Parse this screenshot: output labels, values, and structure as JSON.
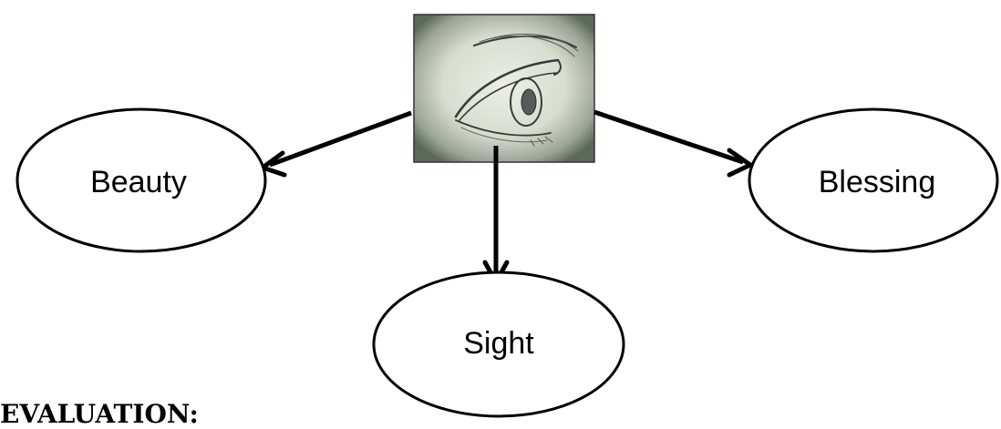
{
  "diagram": {
    "center_image": {
      "icon": "eye-sketch",
      "description_visible": false
    },
    "nodes": {
      "beauty": "Beauty",
      "blessing": "Blessing",
      "sight": "Sight"
    }
  },
  "footer": {
    "heading": "EVALUATION:"
  },
  "colors": {
    "stroke": "#000000",
    "image_bg_light": "#e6eadf",
    "image_bg_dark": "#5b6a58"
  }
}
